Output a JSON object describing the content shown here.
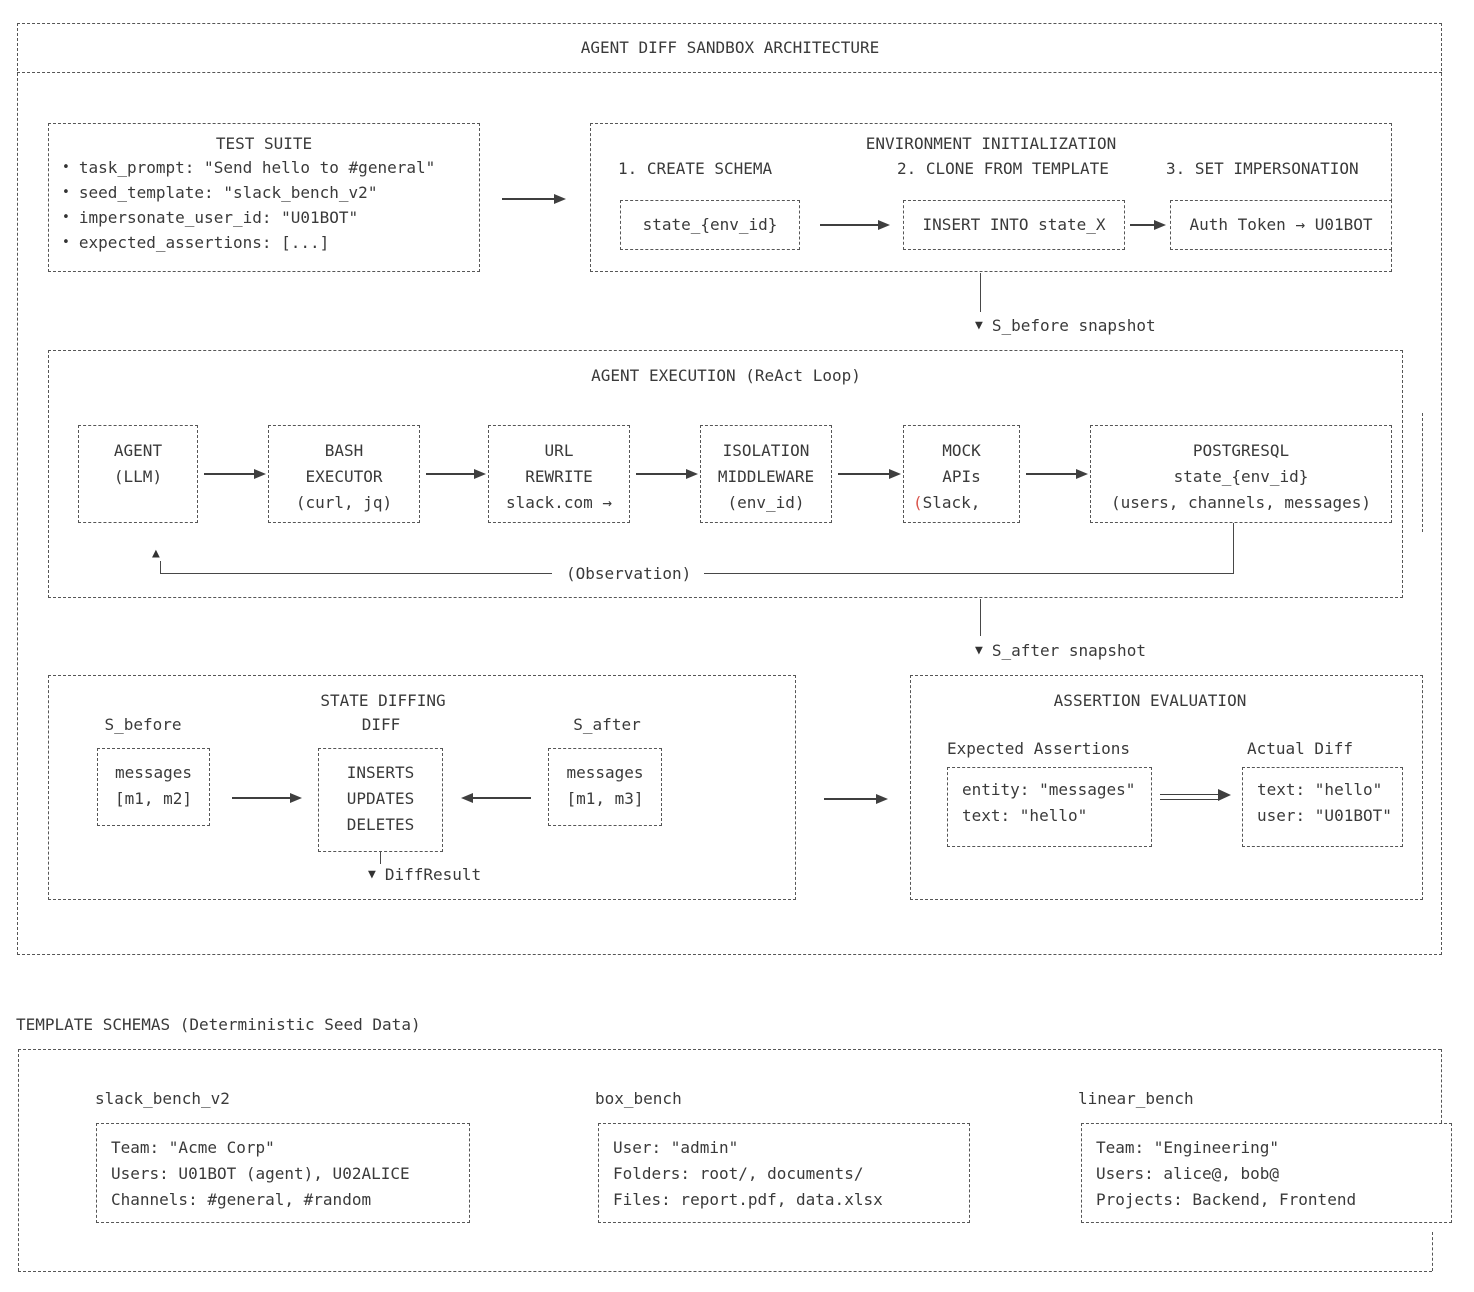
{
  "title": "AGENT DIFF SANDBOX ARCHITECTURE",
  "icons": {
    "down_triangle": "▼",
    "up_triangle": "▲",
    "bullet": "•"
  },
  "colors": {
    "accent_red": "#d9534a",
    "line_gray": "#565656",
    "text_gray": "#3a3a3a",
    "background": "#ffffff"
  },
  "test_suite": {
    "title": "TEST SUITE",
    "items": [
      "task_prompt: \"Send hello to #general\"",
      "seed_template: \"slack_bench_v2\"",
      "impersonate_user_id: \"U01BOT\"",
      "expected_assertions: [...]"
    ]
  },
  "environment_initialization": {
    "title": "ENVIRONMENT INITIALIZATION",
    "steps": [
      {
        "label": "1. CREATE SCHEMA",
        "box": "state_{env_id}"
      },
      {
        "label": "2. CLONE FROM TEMPLATE",
        "box": "INSERT INTO state_X"
      },
      {
        "label": "3. SET IMPERSONATION",
        "box": "Auth Token → U01BOT"
      }
    ]
  },
  "snapshots": {
    "before": "S_before snapshot",
    "after": "S_after snapshot"
  },
  "agent_execution": {
    "title": "AGENT EXECUTION (ReAct Loop)",
    "nodes": [
      {
        "lines": [
          "AGENT",
          "(LLM)"
        ]
      },
      {
        "lines": [
          "BASH",
          "EXECUTOR",
          "(curl, jq)"
        ]
      },
      {
        "lines": [
          "URL",
          "REWRITE",
          "slack.com →"
        ]
      },
      {
        "lines": [
          "ISOLATION",
          "MIDDLEWARE",
          "(env_id)"
        ]
      },
      {
        "lines": [
          "MOCK",
          "APIs"
        ],
        "clipped_prefix": "(",
        "clipped_rest": "Slack,"
      },
      {
        "lines": [
          "POSTGRESQL",
          "state_{env_id}",
          "(users, channels, messages)"
        ]
      }
    ],
    "observation_label": "(Observation)"
  },
  "state_diffing": {
    "title": "STATE DIFFING",
    "before_label": "S_before",
    "diff_label": "DIFF",
    "after_label": "S_after",
    "before_box": [
      "messages",
      "[m1, m2]"
    ],
    "diff_box": [
      "INSERTS",
      "UPDATES",
      "DELETES"
    ],
    "after_box": [
      "messages",
      "[m1, m3]"
    ],
    "result_label": "DiffResult"
  },
  "assertion_evaluation": {
    "title": "ASSERTION EVALUATION",
    "expected_label": "Expected Assertions",
    "expected_lines": [
      "entity: \"messages\"",
      "text: \"hello\""
    ],
    "actual_label": "Actual Diff",
    "actual_lines": [
      "text: \"hello\"",
      "user: \"U01BOT\""
    ]
  },
  "template_schemas": {
    "heading": "TEMPLATE SCHEMAS (Deterministic Seed Data)",
    "schemas": [
      {
        "name": "slack_bench_v2",
        "lines": [
          "Team: \"Acme Corp\"",
          "Users: U01BOT (agent), U02ALICE",
          "Channels: #general, #random"
        ]
      },
      {
        "name": "box_bench",
        "lines": [
          "User: \"admin\"",
          "Folders: root/, documents/",
          "Files: report.pdf, data.xlsx"
        ]
      },
      {
        "name": "linear_bench",
        "lines": [
          "Team: \"Engineering\"",
          "Users: alice@, bob@",
          "Projects: Backend, Frontend"
        ]
      }
    ]
  }
}
